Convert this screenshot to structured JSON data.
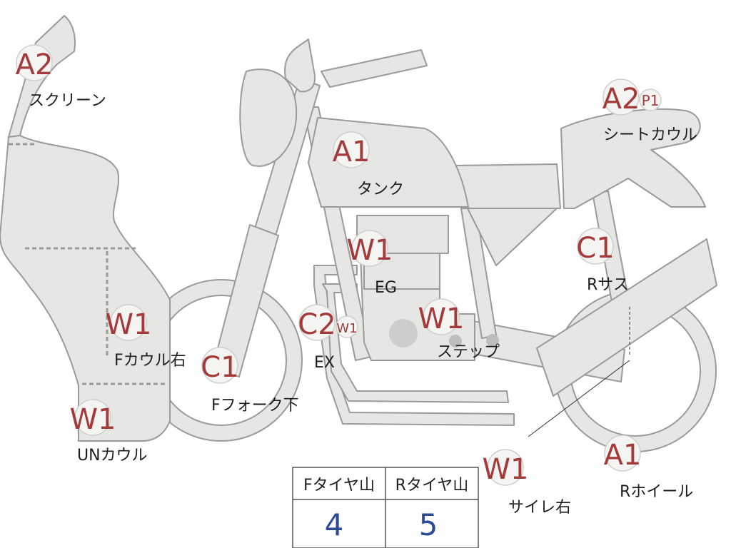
{
  "parts": [
    {
      "grade": "A2",
      "label": "スクリーン"
    },
    {
      "grade": "A1",
      "label": "タンク"
    },
    {
      "grade": "A2",
      "grade2": "P1",
      "label": "シートカウル"
    },
    {
      "grade": "W1",
      "label": "EG"
    },
    {
      "grade": "C1",
      "label": "Rサス"
    },
    {
      "grade": "W1",
      "label": "Fカウル右"
    },
    {
      "grade": "C2",
      "grade2": "W1",
      "label": "EX"
    },
    {
      "grade": "W1",
      "label": "ステップ"
    },
    {
      "grade": "C1",
      "label": "Fフォーク下"
    },
    {
      "grade": "W1",
      "label": "UNカウル"
    },
    {
      "grade": "W1",
      "label": "サイレ右"
    },
    {
      "grade": "A1",
      "label": "Rホイール"
    }
  ],
  "tire_table": {
    "headers": [
      "Fタイヤ山",
      "Rタイヤ山"
    ],
    "values": [
      "4",
      "5"
    ]
  },
  "colors": {
    "body_fill": "#e6e6e4",
    "outline": "#9a9a98",
    "badge_text": "#a33b3b",
    "value_text": "#2c4a96"
  }
}
